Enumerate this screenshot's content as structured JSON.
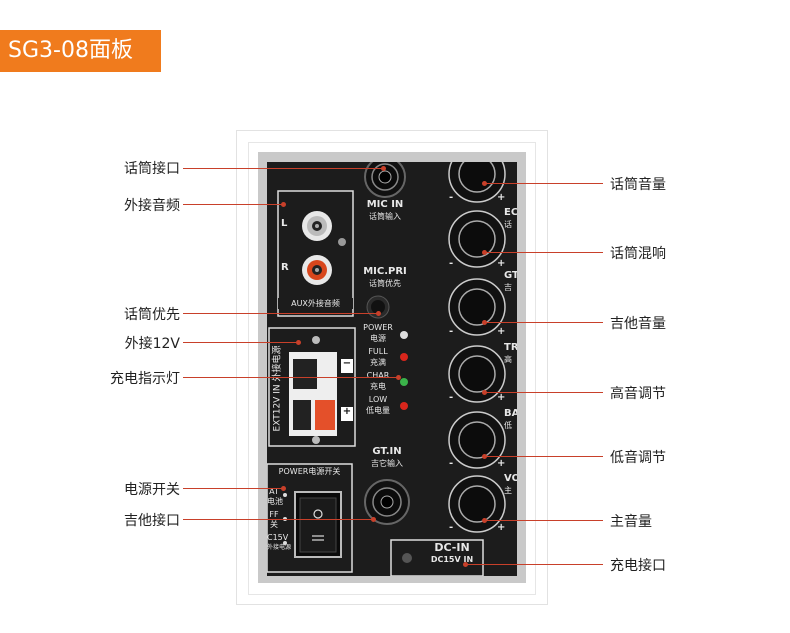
{
  "title": "SG3-08面板",
  "left_labels": {
    "mic_jack": "话筒接口",
    "aux": "外接音频",
    "mic_priority": "话筒优先",
    "ext12v": "外接12V",
    "charge_led": "充电指示灯",
    "power_switch": "电源开关",
    "guitar_jack": "吉他接口"
  },
  "right_labels": {
    "mic_volume": "话筒音量",
    "mic_echo": "话筒混响",
    "guitar_volume": "吉他音量",
    "treble": "高音调节",
    "bass": "低音调节",
    "master": "主音量",
    "charge_port": "充电接口"
  },
  "panel": {
    "mic_in": "MIC IN",
    "mic_in_cn": "话筒输入",
    "aux_l": "L",
    "aux_r": "R",
    "aux_caption": "AUX外接音频",
    "mic_pri": "MIC.PRI",
    "mic_pri_cn": "话筒优先",
    "power": "POWER",
    "power_cn": "电源",
    "full": "FULL",
    "full_cn": "充满",
    "char": "CHAR",
    "char_cn": "充电",
    "low": "LOW",
    "low_cn": "低电量",
    "ext_caption": "EXT12V IN 外接电源",
    "minus": "−",
    "plus": "+",
    "gt_in": "GT.IN",
    "gt_in_cn": "吉它输入",
    "power_switch_caption": "POWER电源开关",
    "sw_bat": "AT",
    "sw_bat_cn": "电池",
    "sw_off": "FF",
    "sw_off_cn": "关",
    "sw_dc": "C15V",
    "sw_dc_cn": "外接电源",
    "dc_in": "DC-IN",
    "dc_in_sub": "DC15V IN",
    "knob_eq": "EC",
    "knob_eq_cn": "话",
    "knob_gt": "GT",
    "knob_gt_cn": "吉",
    "knob_tr": "TR",
    "knob_tr_cn": "高",
    "knob_ba": "BA",
    "knob_ba_cn": "低",
    "knob_vo": "VO",
    "knob_vo_cn": "主",
    "knob_minus": "-",
    "knob_plus": "+"
  },
  "colors": {
    "accent": "#f07b1d",
    "callout_line": "#c8402a",
    "led_red": "#d8261c",
    "led_green": "#3bb34a",
    "led_white": "#dddddd"
  }
}
